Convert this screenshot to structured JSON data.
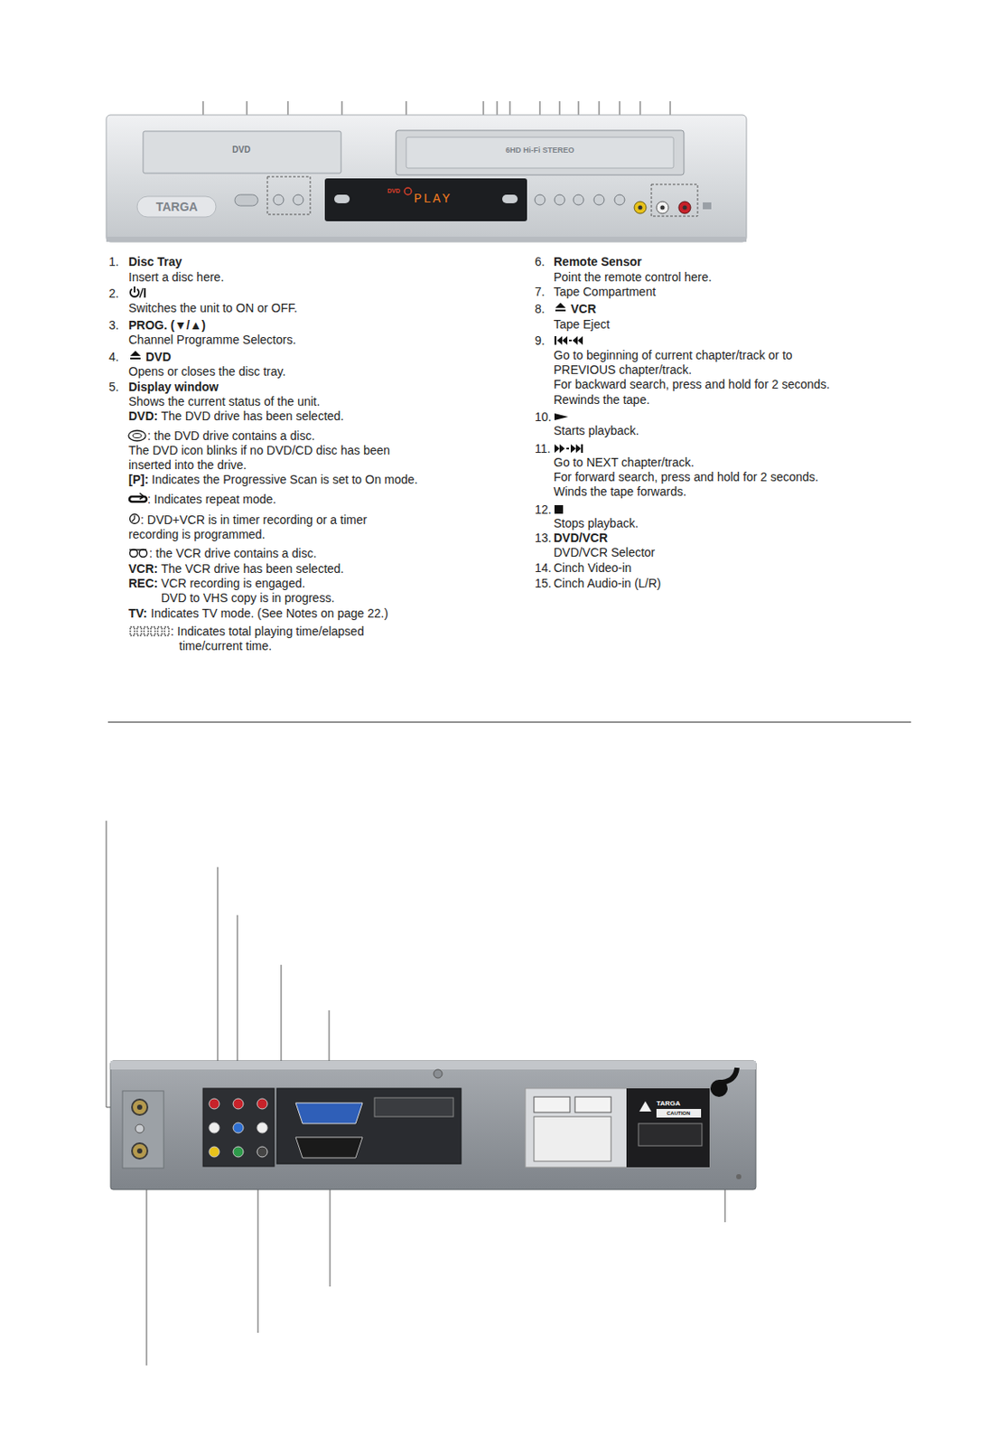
{
  "diagram": {
    "labels": [
      "1.",
      "Disc Tray",
      "Insert a disc here.",
      "2.",
      "Switches the unit to ON or OFF.",
      "3.",
      "PROG. (▼/▲)",
      "Channel Programme Selectors.",
      "4.",
      "DVD",
      "Opens or closes the disc tray.",
      "5.",
      "Display window",
      "Shows the current status of the unit.",
      "DVD:",
      "The DVD drive has been selected.",
      ": the DVD drive contains a disc.",
      "The DVD icon blinks if no DVD/CD disc has been",
      "inserted into the drive.",
      "[P]:",
      "Indicates the Progressive Scan is set to On mode.",
      ": Indicates repeat mode.",
      ": DVD+VCR is in timer recording or a timer",
      "recording is programmed.",
      ": the VCR drive contains a disc.",
      "VCR:",
      "The VCR drive has been selected.",
      "REC:",
      "VCR recording is engaged.",
      "DVD to VHS copy is in progress.",
      "TV:",
      "Indicates TV mode. (See Notes on page 22.)",
      ": Indicates total playing time/elapsed",
      "time/current time.",
      "6.",
      "Remote Sensor",
      "Point the remote control here.",
      "7.",
      "Tape Compartment",
      "8.",
      "VCR",
      "Tape Eject",
      "9.",
      "Go to beginning of current chapter/track or to",
      "PREVIOUS chapter/track.",
      "For backward search, press and hold for 2 seconds.",
      "Rewinds the tape.",
      "10.",
      "Starts playback.",
      "11.",
      "Go to NEXT chapter/track.",
      "For forward search, press and hold for 2 seconds.",
      "Winds the tape forwards.",
      "12.",
      "Stops playback.",
      "13.",
      "DVD/VCR",
      "DVD/VCR Selector",
      "14.",
      "Cinch Video-in",
      "15.",
      "Cinch Audio-in (L/R)",
      "DVD",
      "6HD Hi-Fi STEREO",
      "TARGA",
      "PLAY",
      "DVD",
      "TARGA",
      "CAUTION"
    ]
  }
}
